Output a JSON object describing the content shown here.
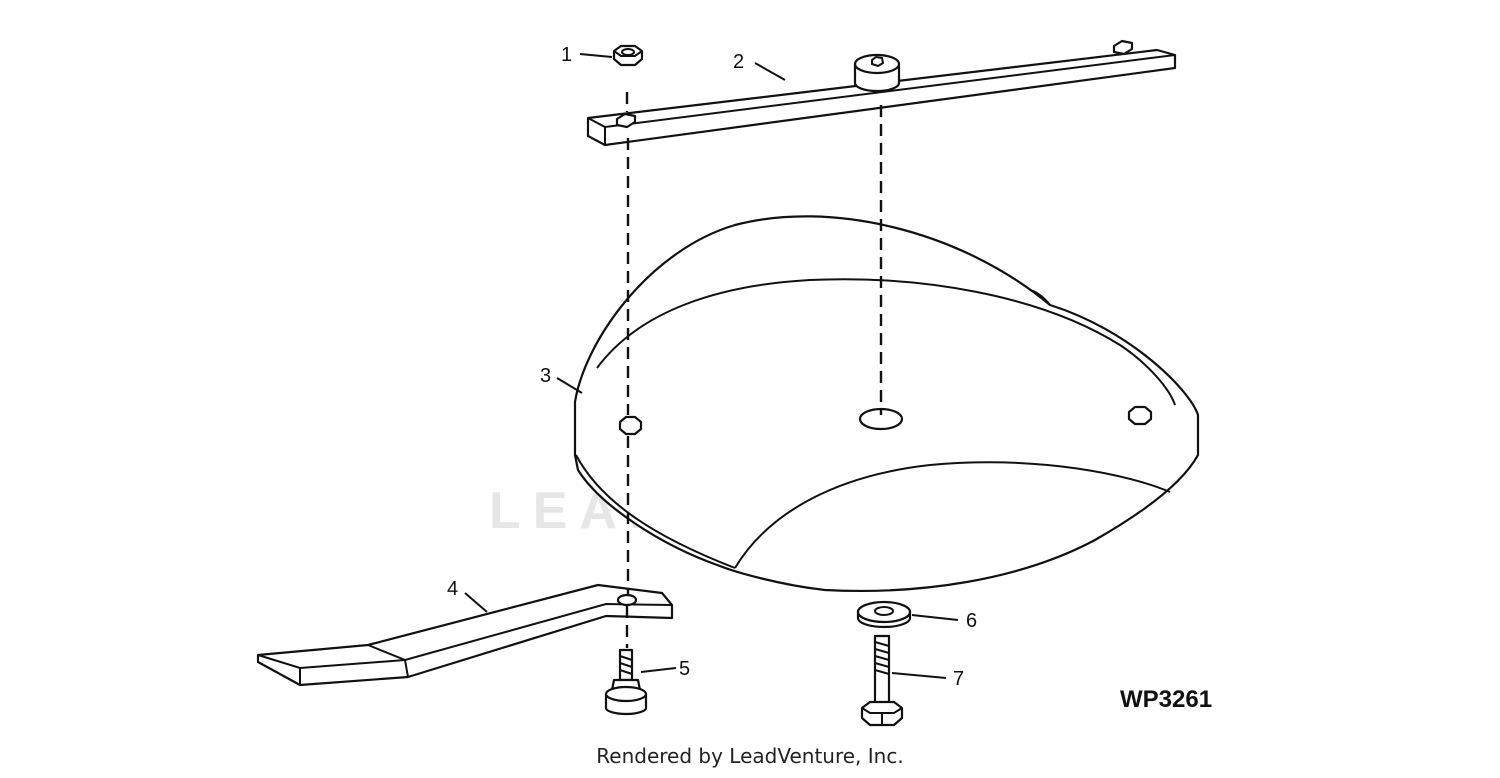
{
  "callouts": [
    {
      "id": "callout-1",
      "label": "1"
    },
    {
      "id": "callout-2",
      "label": "2"
    },
    {
      "id": "callout-3",
      "label": "3"
    },
    {
      "id": "callout-4",
      "label": "4"
    },
    {
      "id": "callout-5",
      "label": "5"
    },
    {
      "id": "callout-6",
      "label": "6"
    },
    {
      "id": "callout-7",
      "label": "7"
    }
  ],
  "figure_id": "WP3261",
  "watermark": "LEADVENTURE",
  "footer": "Rendered by LeadVenture, Inc.",
  "colors": {
    "line": "#111111",
    "watermark": "#e6e6e6",
    "background": "#ffffff"
  }
}
